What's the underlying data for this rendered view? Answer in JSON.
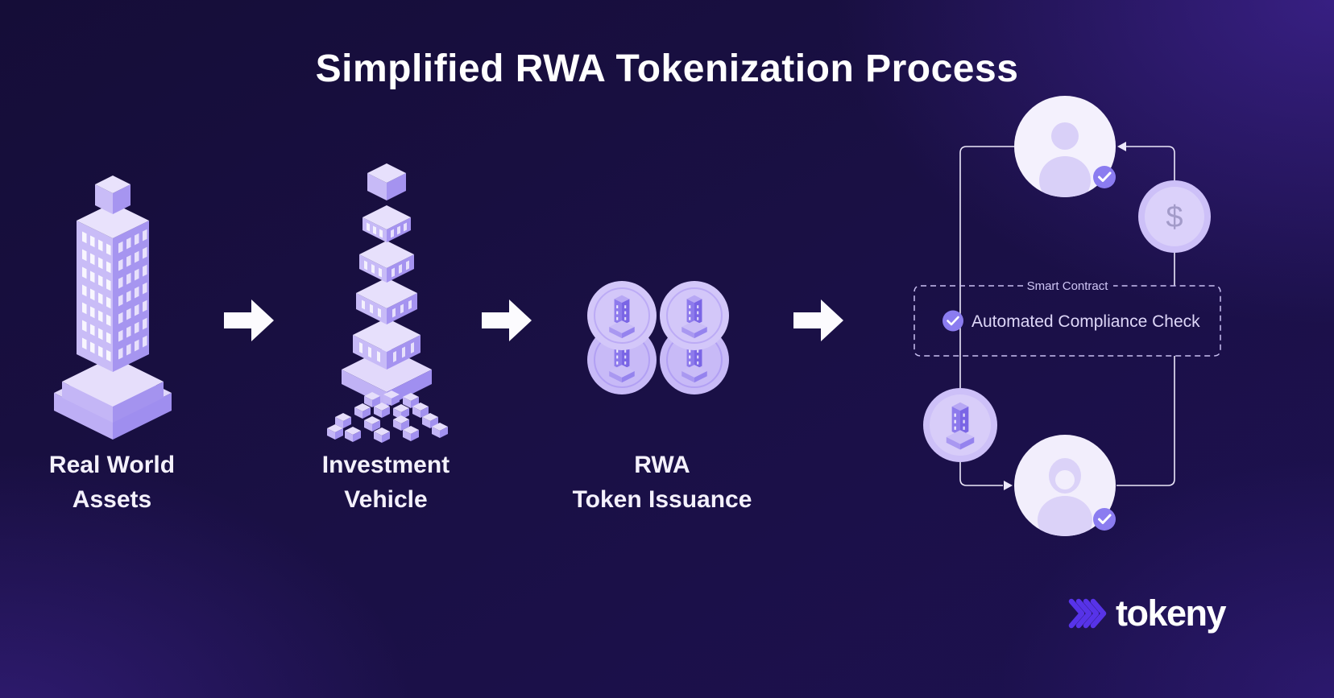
{
  "title": "Simplified RWA Tokenization Process",
  "stages": [
    {
      "id": "real-world-assets",
      "icon": "building-icon",
      "label_lines": [
        "Real World",
        "Assets"
      ]
    },
    {
      "id": "investment-vehicle",
      "icon": "layered-tower-icon",
      "label_lines": [
        "Investment",
        "Vehicle"
      ]
    },
    {
      "id": "rwa-token-issuance",
      "icon": "token-coins-icon",
      "label_lines": [
        "RWA",
        "Token Issuance"
      ]
    }
  ],
  "arrows": {
    "icon": "arrow-right-icon",
    "count": 3
  },
  "smart_contract_flow": {
    "box_label": "Smart Contract",
    "compliance_label": "Automated Compliance Check",
    "dollar_symbol": "$",
    "icons": [
      "investor-avatar-icon",
      "approved-check-badge-icon",
      "dollar-coin-icon",
      "asset-token-coin-icon",
      "issuer-avatar-icon",
      "compliance-check-icon"
    ]
  },
  "logo": {
    "text": "tokeny",
    "icon": "tokeny-chevrons-icon"
  },
  "colors": {
    "background": "#1a1045",
    "glow_purple": "#6034d6",
    "lavender_light": "#d2c6f9",
    "lavender": "#a695f0",
    "accent_purple": "#8b7cf0",
    "logo_purple": "#5733e8",
    "text_white": "#ffffff"
  }
}
